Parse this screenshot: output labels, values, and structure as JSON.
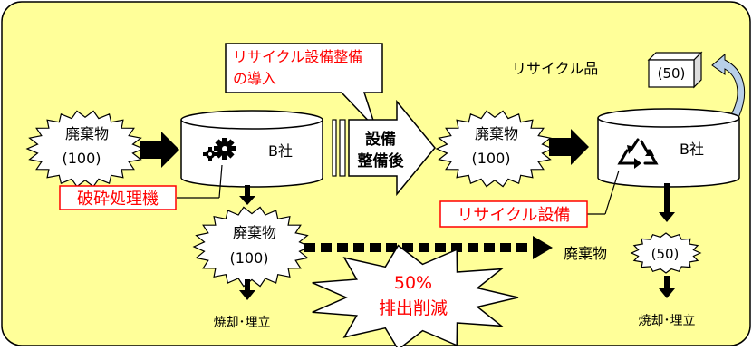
{
  "callout": {
    "line1": "リサイクル設備整備",
    "line2": "の導入"
  },
  "recycled_product": {
    "label": "リサイクル品",
    "amount": "(50)"
  },
  "left_flow": {
    "waste_in_label": "廃棄物",
    "waste_in_amount": "(100)",
    "company_label": "B社",
    "machine_label": "破砕処理機",
    "waste_out_label": "廃棄物",
    "waste_out_amount": "(100)",
    "disposal_label": "焼却･埋立"
  },
  "transition_arrow": {
    "line1": "設備",
    "line2": "整備後"
  },
  "right_flow": {
    "waste_in_label": "廃棄物",
    "waste_in_amount": "(100)",
    "company_label": "B社",
    "equipment_label": "リサイクル設備",
    "waste_out_label": "廃棄物",
    "waste_out_amount": "(50)",
    "disposal_label": "焼却･埋立"
  },
  "reduction_burst": {
    "line1": "50%",
    "line2": "排出削減"
  },
  "colors": {
    "background_panel": "#ffff99",
    "red_text": "#ff0000",
    "arrow": "#000000",
    "cylinder": "#ffffff"
  }
}
